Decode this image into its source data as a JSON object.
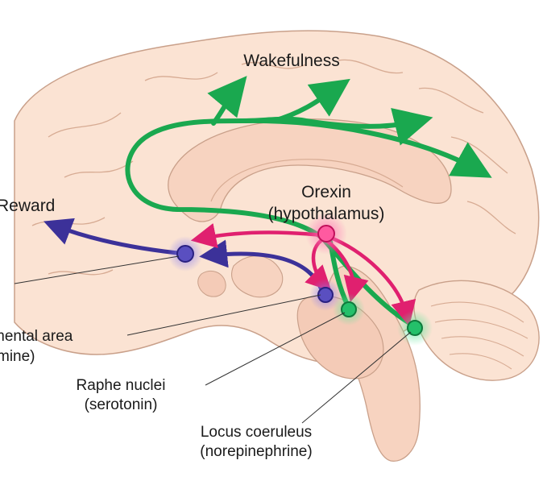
{
  "labels": {
    "wakefulness": "Wakefulness",
    "orexin_line1": "Orexin",
    "orexin_line2": "(hypothalamus)",
    "reward": "Reward",
    "vta_line1": "mental area",
    "vta_line2": "mine)",
    "raphe_line1": "Raphe nuclei",
    "raphe_line2": "(serotonin)",
    "locus_line1": "Locus coeruleus",
    "locus_line2": "(norepinephrine)"
  },
  "colors": {
    "brain": "#fbe3d3",
    "brain_outline": "#c9a08a",
    "green": "#1aa84f",
    "magenta": "#e0206f",
    "purple": "#4a3ea8",
    "orexin_node": "#ff5aa0",
    "dopamine_node": "#4a3ea8",
    "green_node": "#24c06a"
  }
}
